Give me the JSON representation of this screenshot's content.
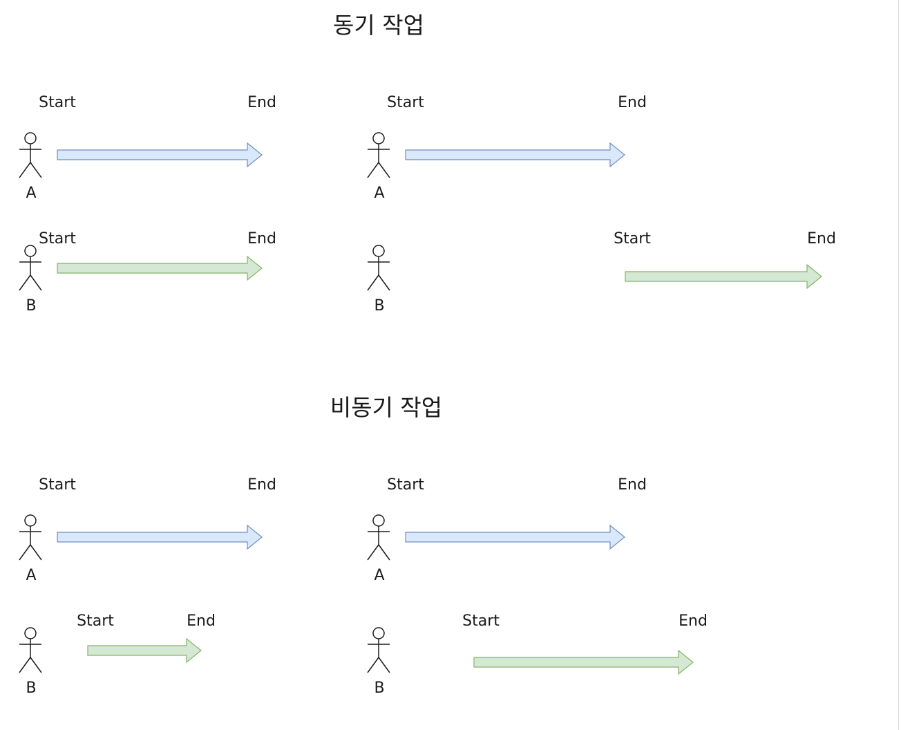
{
  "sync": {
    "title": "동기 작업",
    "left": {
      "a": {
        "actor": "A",
        "start": "Start",
        "end": "End"
      },
      "b": {
        "actor": "B",
        "start": "Start",
        "end": "End"
      }
    },
    "right": {
      "a": {
        "actor": "A",
        "start": "Start",
        "end": "End"
      },
      "b": {
        "actor": "B",
        "start": "Start",
        "end": "End"
      }
    }
  },
  "async": {
    "title": "비동기 작업",
    "left": {
      "a": {
        "actor": "A",
        "start": "Start",
        "end": "End"
      },
      "b": {
        "actor": "B",
        "start": "Start",
        "end": "End"
      }
    },
    "right": {
      "a": {
        "actor": "A",
        "start": "Start",
        "end": "End"
      },
      "b": {
        "actor": "B",
        "start": "Start",
        "end": "End"
      }
    }
  },
  "colors": {
    "task_a_fill": "#dae8fc",
    "task_a_stroke": "#6c8ebf",
    "task_b_fill": "#d5e8d4",
    "task_b_stroke": "#82b366"
  }
}
